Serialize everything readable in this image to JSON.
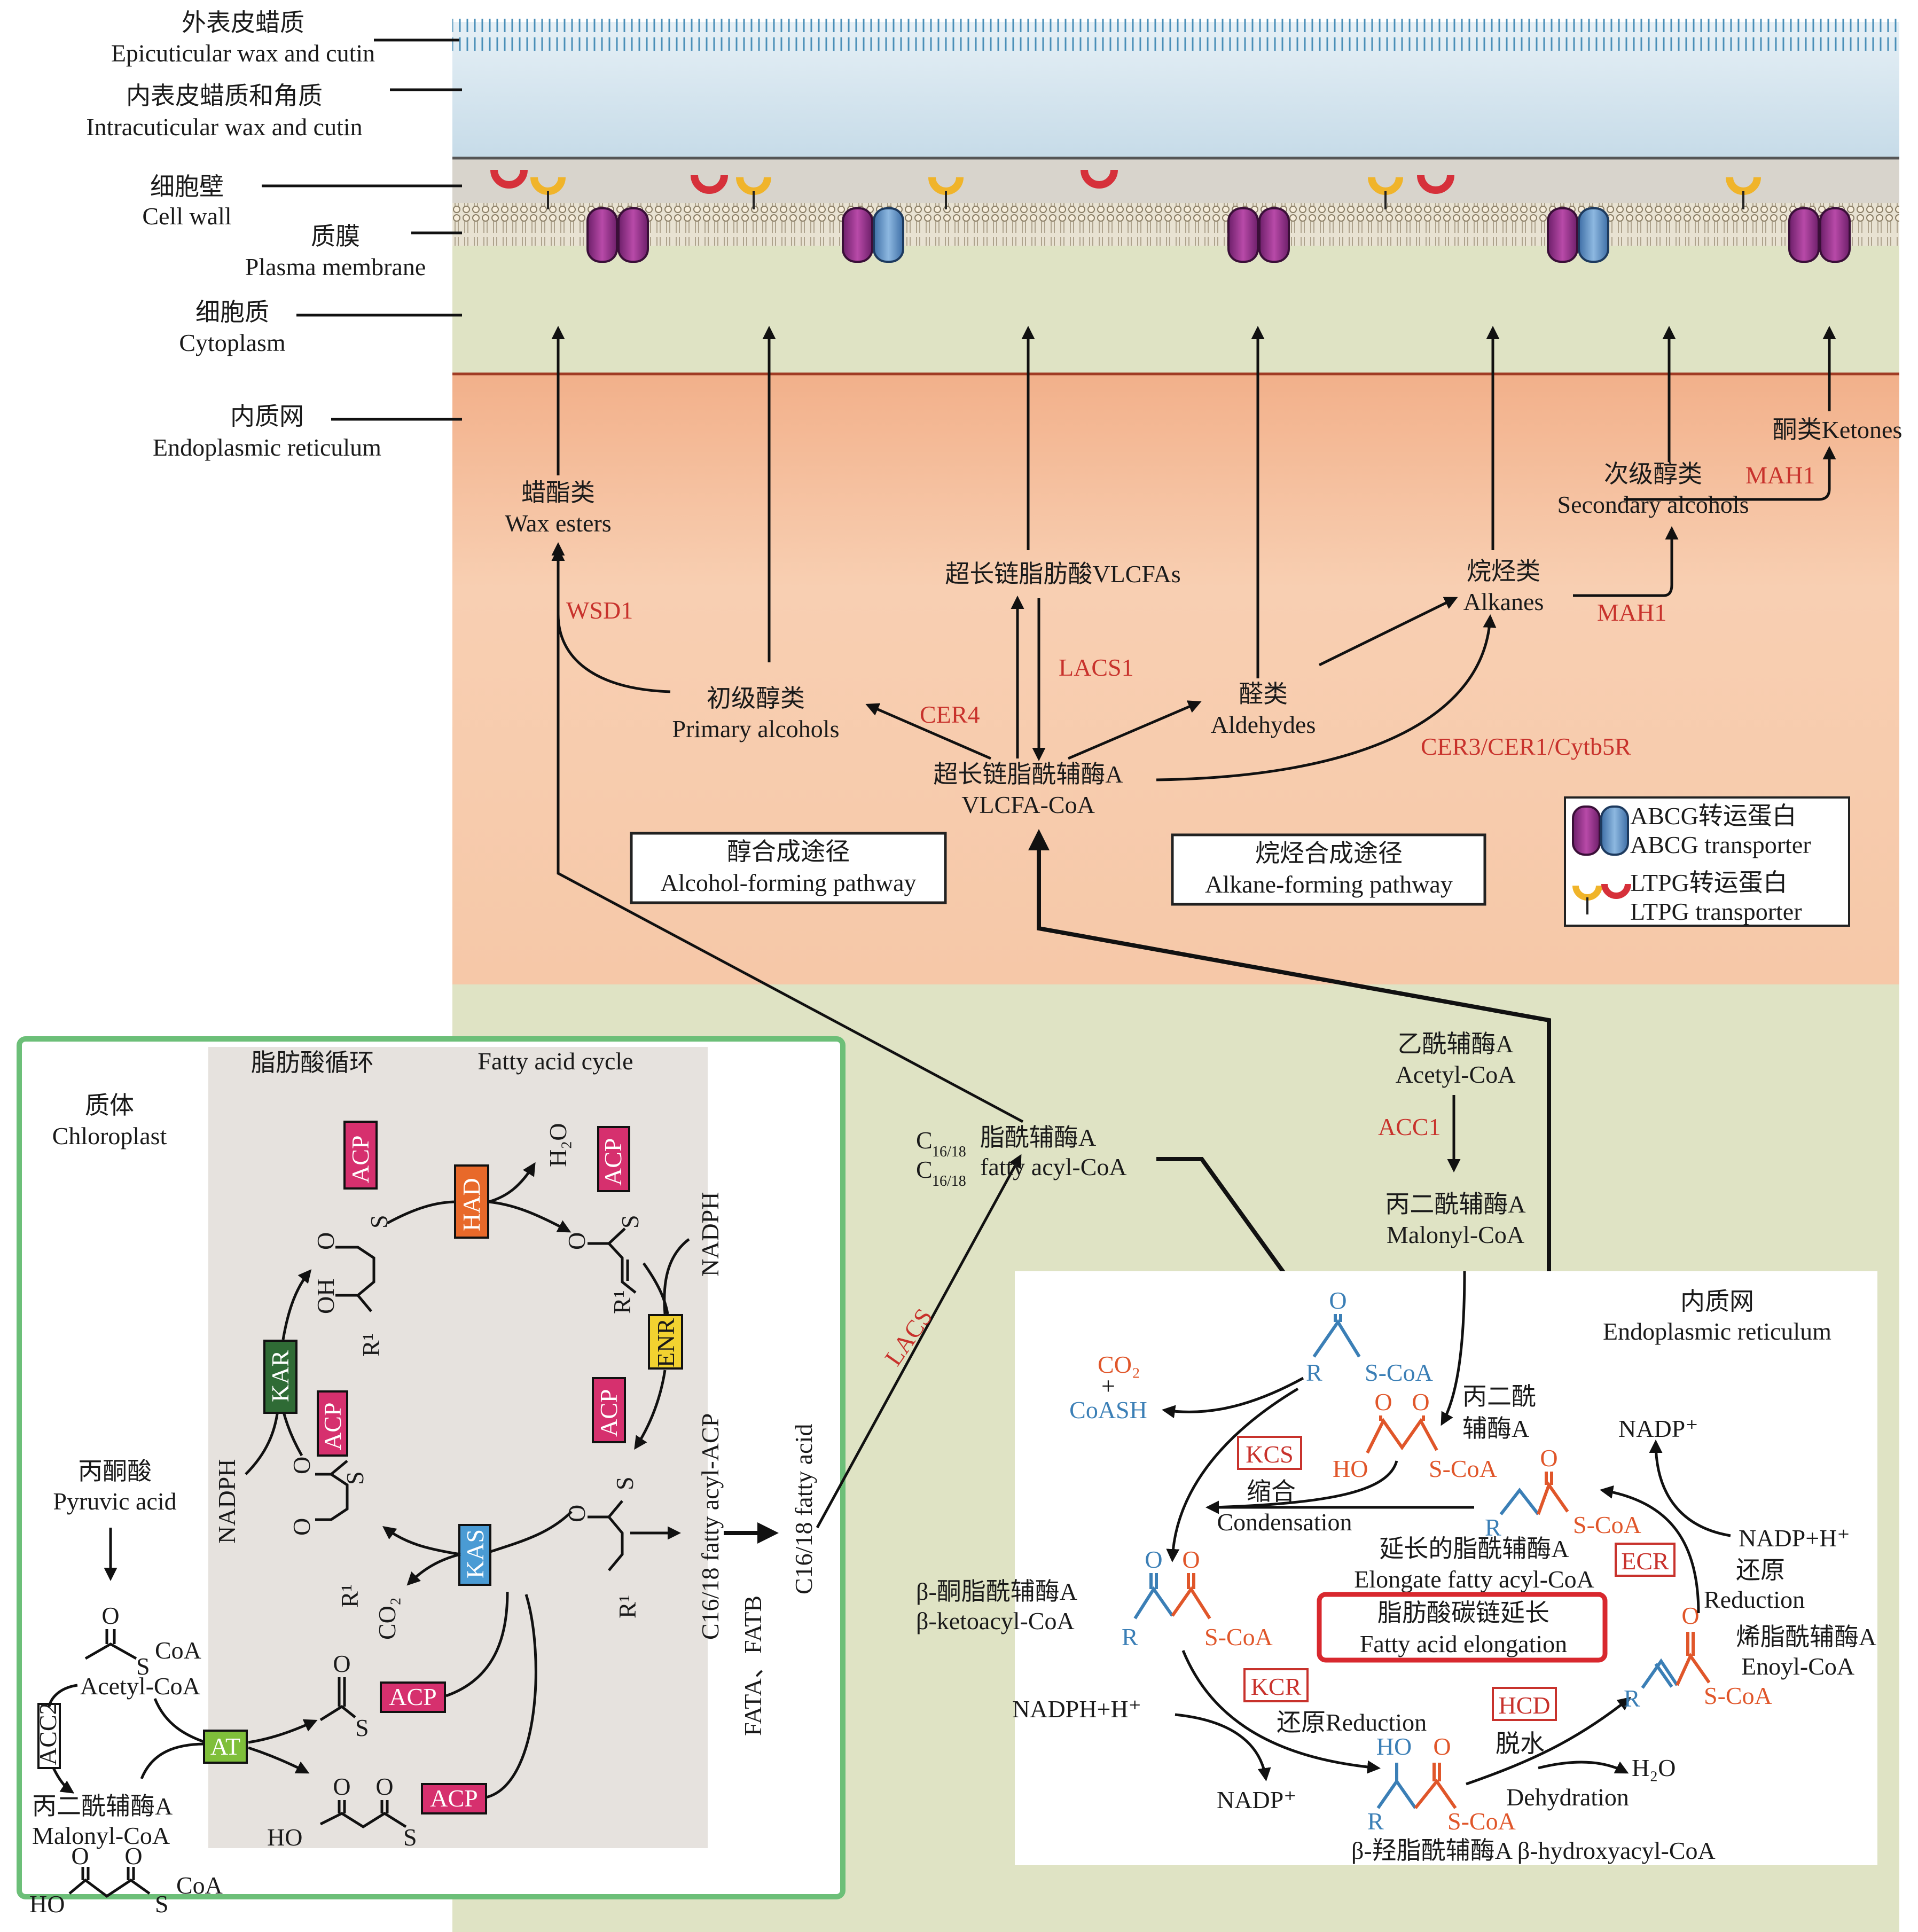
{
  "colors": {
    "cuticle": "#d6e6f0",
    "cell_wall": "#d8d4cc",
    "cytoplasm": "#dfe3c4",
    "er": "#f6c8a8",
    "chloroplast_border": "#6cbf78",
    "enzyme_red": "#c8322c",
    "mol_blue": "#3b7fb6",
    "mol_orange": "#e0562a",
    "acp": "#d6306e",
    "had": "#e8692a",
    "kar": "#2f6b35",
    "enr": "#f2d230",
    "kas": "#4a9bd4",
    "at": "#7fbf3a"
  },
  "layers": [
    {
      "zh": "外表皮蜡质",
      "en": "Epicuticular wax and cutin"
    },
    {
      "zh": "内表皮蜡质和角质",
      "en": "Intracuticular wax and cutin"
    },
    {
      "zh": "细胞壁",
      "en": "Cell wall"
    },
    {
      "zh": "质膜",
      "en": "Plasma membrane"
    },
    {
      "zh": "细胞质",
      "en": "Cytoplasm"
    },
    {
      "zh": "内质网",
      "en": "Endoplasmic reticulum"
    }
  ],
  "er_pathway": {
    "wax_esters": {
      "zh": "蜡酯类",
      "en": "Wax esters"
    },
    "vlcfas": "超长链脂肪酸VLCFAs",
    "primary_alcohols": {
      "zh": "初级醇类",
      "en": "Primary alcohols"
    },
    "vlcfa_coa": {
      "zh": "超长链脂酰辅酶A",
      "en": "VLCFA-CoA"
    },
    "aldehydes": {
      "zh": "醛类",
      "en": "Aldehydes"
    },
    "alkanes": {
      "zh": "烷烃类",
      "en": "Alkanes"
    },
    "secondary_alcohols": {
      "zh": "次级醇类",
      "en": "Secondary alcohols"
    },
    "ketones": "酮类Ketones",
    "enzymes": {
      "wsd1": "WSD1",
      "lacs1": "LACS1",
      "cer4": "CER4",
      "cer3": "CER3/CER1/Cytb5R",
      "mah1_a": "MAH1",
      "mah1_b": "MAH1"
    },
    "alcohol_box": {
      "zh": "醇合成途径",
      "en": "Alcohol-forming pathway"
    },
    "alkane_box": {
      "zh": "烷烃合成途径",
      "en": "Alkane-forming pathway"
    }
  },
  "legend": {
    "abcg_zh": "ABCG转运蛋白",
    "abcg_en": "ABCG transporter",
    "ltpg_zh": "LTPG转运蛋白",
    "ltpg_en": "LTPG transporter"
  },
  "chloroplast": {
    "title_zh": "质体",
    "title_en": "Chloroplast",
    "cycle_zh": "脂肪酸循环",
    "cycle_en": "Fatty acid cycle",
    "pyruvic_zh": "丙酮酸",
    "pyruvic_en": "Pyruvic acid",
    "acetyl_coa": "Acetyl-CoA",
    "coa": "CoA",
    "s": "S",
    "o": "O",
    "ho": "HO",
    "oh": "OH",
    "r1": "R¹",
    "malonyl_zh": "丙二酰辅酶A",
    "malonyl_en": "Malonyl-CoA",
    "nadph": "NADPH",
    "h2o": "H₂O",
    "co2": "CO₂",
    "fatty_acyl_acp": "C16/18 fatty acyl-ACP",
    "fata_fatb": "FATA、FATB",
    "fatty_acid": "C16/18 fatty acid",
    "enzymes": {
      "acp": "ACP",
      "had": "HAD",
      "kar": "KAR",
      "enr": "ENR",
      "kas": "KAS",
      "at": "AT",
      "acc2": "ACC2"
    }
  },
  "transport": {
    "lacs": "LACS",
    "c1618_zh": "脂酰辅酶A",
    "c1618_en": "fatty acyl-CoA",
    "c": "C",
    "sub": "16/18",
    "acetyl_zh": "乙酰辅酶A",
    "acetyl_en": "Acetyl-CoA",
    "acc1": "ACC1",
    "malonyl_zh": "丙二酰辅酶A",
    "malonyl_en": "Malonyl-CoA"
  },
  "elongation": {
    "er_zh": "内质网",
    "er_en": "Endoplasmic reticulum",
    "co2": "CO₂",
    "plus": "+",
    "coash": "CoASH",
    "r": "R",
    "s_coa": "S-CoA",
    "o": "O",
    "ho": "HO",
    "malonyl_zh1": "丙二酰",
    "malonyl_zh2": "辅酶A",
    "kcs": "KCS",
    "condensation_zh": "缩合",
    "condensation_en": "Condensation",
    "elongate_zh": "延长的脂酰辅酶A",
    "elongate_en": "Elongate fatty acyl-CoA",
    "title_zh": "脂肪酸碳链延长",
    "title_en": "Fatty acid elongation",
    "ketoacyl_zh": "β-酮脂酰辅酶A",
    "ketoacyl_en": "β-ketoacyl-CoA",
    "kcr": "KCR",
    "nadph_h": "NADPH+H⁺",
    "nadp": "NADP⁺",
    "reduction1": "还原Reduction",
    "hcd": "HCD",
    "dehydration_zh": "脱水",
    "dehydration_en": "Dehydration",
    "h2o": "H₂O",
    "hydroxyacyl": "β-羟脂酰辅酶A β-hydroxyacyl-CoA",
    "ecr": "ECR",
    "nadp_h_right": "NADP+H⁺",
    "nadp_right": "NADP⁺",
    "reduction2_zh": "还原",
    "reduction2_en": "Reduction",
    "enoyl_zh": "烯脂酰辅酶A",
    "enoyl_en": "Enoyl-CoA"
  }
}
